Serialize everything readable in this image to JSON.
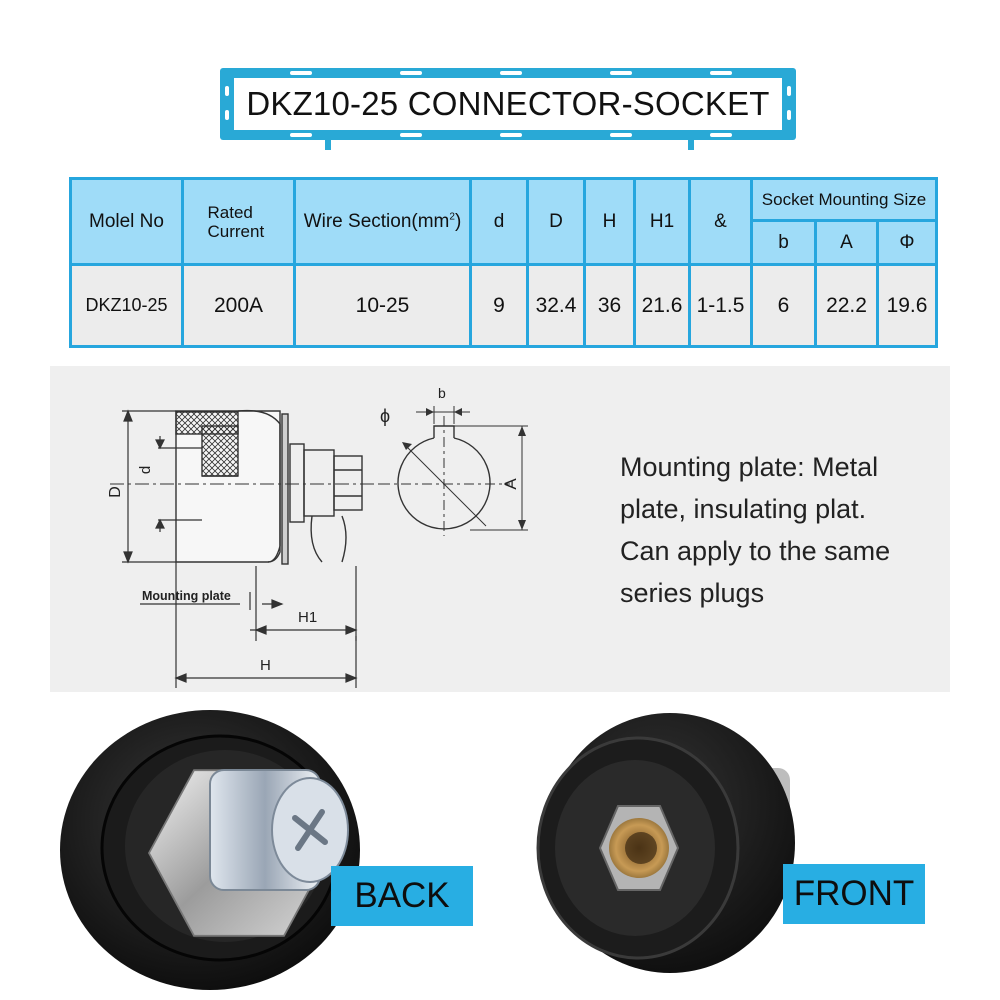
{
  "title": "DKZ10-25 CONNECTOR-SOCKET",
  "table": {
    "headers": {
      "model": "Molel No",
      "rated_current": "Rated Current",
      "wire_section": "Wire Section(mm",
      "wire_section_sup": "2",
      "wire_section_close": ")",
      "d": "d",
      "D": "D",
      "H": "H",
      "H1": "H1",
      "amp": "&",
      "socket_mounting": "Socket Mounting Size",
      "b": "b",
      "A": "A",
      "phi": "Φ"
    },
    "row": {
      "model": "DKZ10-25",
      "rated_current": "200A",
      "wire_section": "10-25",
      "d": "9",
      "D": "32.4",
      "H": "36",
      "H1": "21.6",
      "amp": "1-1.5",
      "b": "6",
      "A": "22.2",
      "phi": "19.6"
    }
  },
  "drawing": {
    "label_D": "D",
    "label_d": "d",
    "label_mounting_plate": "Mounting plate",
    "label_H1": "H1",
    "label_H": "H",
    "label_phi": "ϕ",
    "label_b": "b",
    "label_A": "A"
  },
  "description": {
    "line1": "Mounting plate: Metal",
    "line2": "plate, insulating plat.",
    "line3": "Can apply to the same",
    "line4": "series plugs"
  },
  "photos": {
    "back_label": "BACK",
    "front_label": "FRONT"
  },
  "colors": {
    "accent": "#29a9d6",
    "table_header": "#9fdcf8",
    "table_row": "#ececec",
    "panel": "#efefef"
  }
}
